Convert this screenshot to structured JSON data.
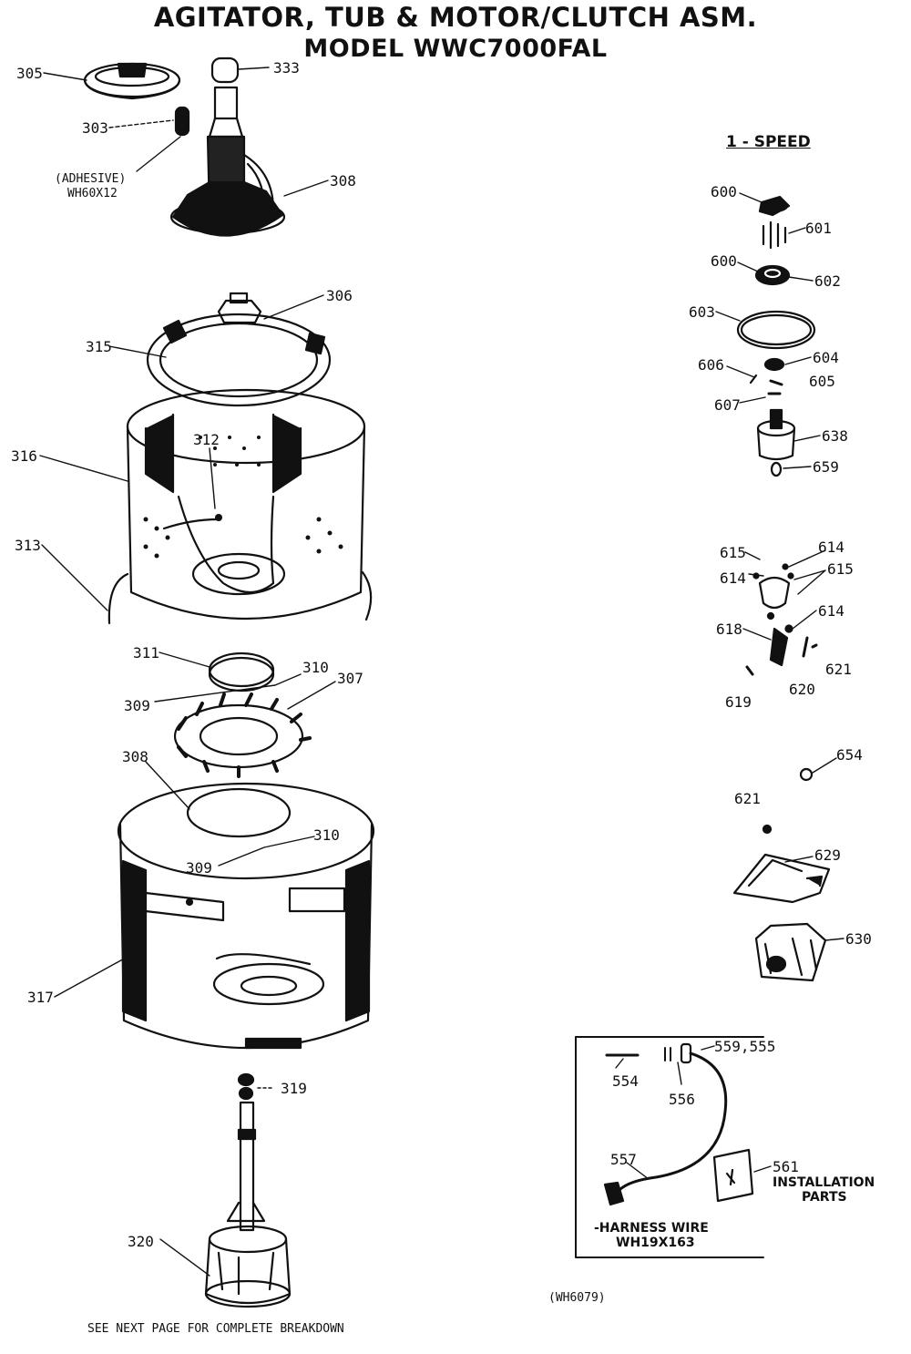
{
  "title": {
    "line1": "AGITATOR, TUB & MOTOR/CLUTCH ASM.",
    "line2": "MODEL WWC7000FAL"
  },
  "speed_label": "1 - SPEED",
  "left_parts": {
    "p305": "305",
    "p333": "333",
    "p303": "303",
    "adhesive": "(ADHESIVE)",
    "adhesive_part": "WH60X12",
    "p308_top": "308",
    "p306": "306",
    "p315_top": "315",
    "p312": "312",
    "p316": "316",
    "p313": "313",
    "p311": "311",
    "p310_top": "310",
    "p307": "307",
    "p309_top": "309",
    "p308_mid": "308",
    "p310_mid": "310",
    "p309_mid": "309",
    "p317": "317",
    "p319": "319",
    "p320": "320"
  },
  "right_parts": {
    "p600_a": "600",
    "p601": "601",
    "p600_b": "600",
    "p602": "602",
    "p603": "603",
    "p604": "604",
    "p606": "606",
    "p605": "605",
    "p607": "607",
    "p638": "638",
    "p659": "659",
    "p615_a": "615",
    "p614_a": "614",
    "p614_b": "614",
    "p615_b": "615",
    "p614_c": "614",
    "p618": "618",
    "p621_a": "621",
    "p619": "619",
    "p620": "620",
    "p654": "654",
    "p621_b": "621",
    "p629": "629",
    "p630": "630"
  },
  "harness_box": {
    "p554": "554",
    "p556": "556",
    "p559": "559,555",
    "p557": "557",
    "p561": "561",
    "installation": "INSTALLATION",
    "parts": "PARTS",
    "harness_wire": "-HARNESS WIRE",
    "harness_part": "WH19X163"
  },
  "footer": {
    "ref_code": "(WH6079)",
    "note": "SEE NEXT PAGE FOR COMPLETE BREAKDOWN"
  }
}
